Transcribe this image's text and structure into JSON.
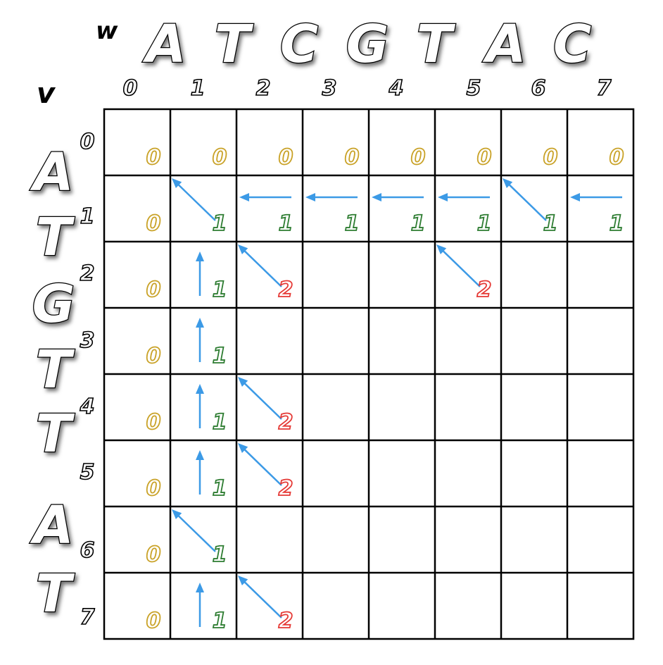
{
  "w_label": "w",
  "v_label": "v",
  "w_sequence": [
    "A",
    "T",
    "C",
    "G",
    "T",
    "A",
    "C"
  ],
  "v_sequence": [
    "A",
    "T",
    "G",
    "T",
    "T",
    "A",
    "T"
  ],
  "col_indices": [
    "0",
    "1",
    "2",
    "3",
    "4",
    "5",
    "6",
    "7"
  ],
  "row_indices": [
    "0",
    "1",
    "2",
    "3",
    "4",
    "5",
    "6",
    "7"
  ],
  "colors": {
    "zero": "#c9a227",
    "one": "#2e7d32",
    "two": "#e53935",
    "arrow": "#3c9ae6",
    "grid": "#000000"
  },
  "cells": [
    {
      "r": 0,
      "c": 0,
      "v": "0",
      "kind": "zero"
    },
    {
      "r": 0,
      "c": 1,
      "v": "0",
      "kind": "zero"
    },
    {
      "r": 0,
      "c": 2,
      "v": "0",
      "kind": "zero"
    },
    {
      "r": 0,
      "c": 3,
      "v": "0",
      "kind": "zero"
    },
    {
      "r": 0,
      "c": 4,
      "v": "0",
      "kind": "zero"
    },
    {
      "r": 0,
      "c": 5,
      "v": "0",
      "kind": "zero"
    },
    {
      "r": 0,
      "c": 6,
      "v": "0",
      "kind": "zero"
    },
    {
      "r": 0,
      "c": 7,
      "v": "0",
      "kind": "zero"
    },
    {
      "r": 1,
      "c": 0,
      "v": "0",
      "kind": "zero"
    },
    {
      "r": 1,
      "c": 1,
      "v": "1",
      "kind": "one",
      "arrow": "diag"
    },
    {
      "r": 1,
      "c": 2,
      "v": "1",
      "kind": "one",
      "arrow": "left"
    },
    {
      "r": 1,
      "c": 3,
      "v": "1",
      "kind": "one",
      "arrow": "left"
    },
    {
      "r": 1,
      "c": 4,
      "v": "1",
      "kind": "one",
      "arrow": "left"
    },
    {
      "r": 1,
      "c": 5,
      "v": "1",
      "kind": "one",
      "arrow": "left"
    },
    {
      "r": 1,
      "c": 6,
      "v": "1",
      "kind": "one",
      "arrow": "diag"
    },
    {
      "r": 1,
      "c": 7,
      "v": "1",
      "kind": "one",
      "arrow": "left"
    },
    {
      "r": 2,
      "c": 0,
      "v": "0",
      "kind": "zero"
    },
    {
      "r": 2,
      "c": 1,
      "v": "1",
      "kind": "one",
      "arrow": "up"
    },
    {
      "r": 2,
      "c": 2,
      "v": "2",
      "kind": "two",
      "arrow": "diag"
    },
    {
      "r": 2,
      "c": 5,
      "v": "2",
      "kind": "two",
      "arrow": "diag"
    },
    {
      "r": 3,
      "c": 0,
      "v": "0",
      "kind": "zero"
    },
    {
      "r": 3,
      "c": 1,
      "v": "1",
      "kind": "one",
      "arrow": "up"
    },
    {
      "r": 4,
      "c": 0,
      "v": "0",
      "kind": "zero"
    },
    {
      "r": 4,
      "c": 1,
      "v": "1",
      "kind": "one",
      "arrow": "up"
    },
    {
      "r": 4,
      "c": 2,
      "v": "2",
      "kind": "two",
      "arrow": "diag"
    },
    {
      "r": 5,
      "c": 0,
      "v": "0",
      "kind": "zero"
    },
    {
      "r": 5,
      "c": 1,
      "v": "1",
      "kind": "one",
      "arrow": "up"
    },
    {
      "r": 5,
      "c": 2,
      "v": "2",
      "kind": "two",
      "arrow": "diag"
    },
    {
      "r": 6,
      "c": 0,
      "v": "0",
      "kind": "zero"
    },
    {
      "r": 6,
      "c": 1,
      "v": "1",
      "kind": "one",
      "arrow": "diag"
    },
    {
      "r": 7,
      "c": 0,
      "v": "0",
      "kind": "zero"
    },
    {
      "r": 7,
      "c": 1,
      "v": "1",
      "kind": "one",
      "arrow": "up"
    },
    {
      "r": 7,
      "c": 2,
      "v": "2",
      "kind": "two",
      "arrow": "diag"
    }
  ]
}
